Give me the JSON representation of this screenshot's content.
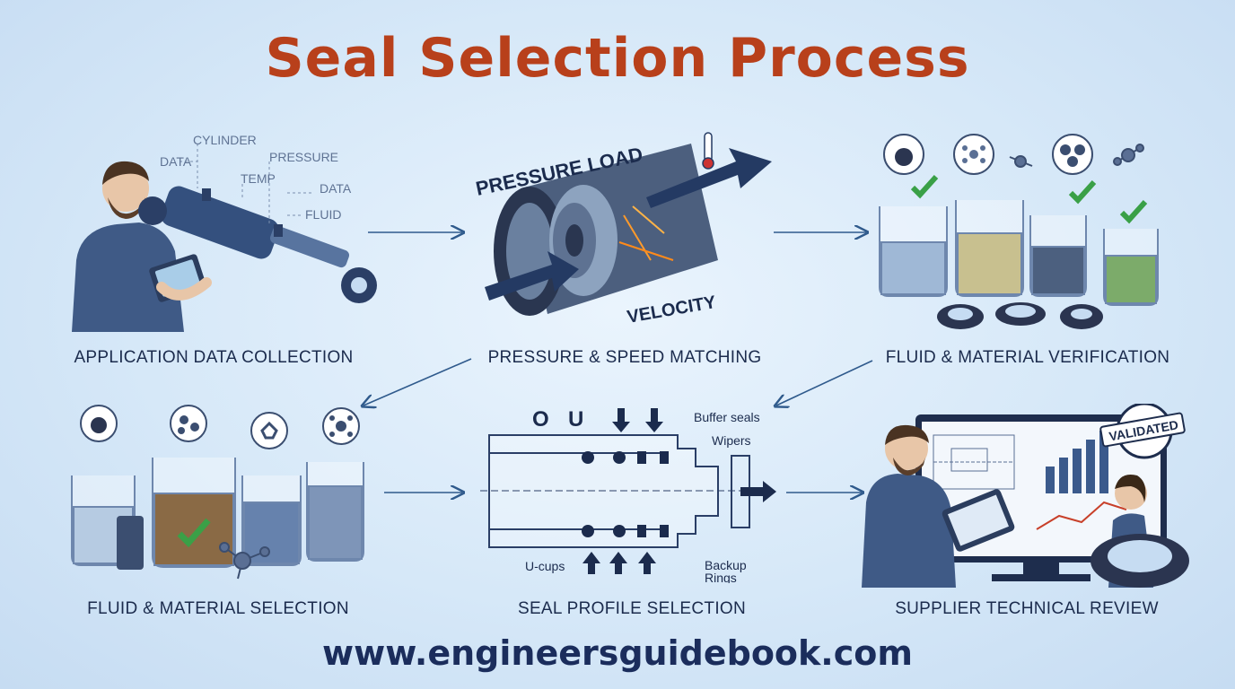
{
  "title": "Seal Selection Process",
  "footer": "www.engineersguidebook.com",
  "steps": [
    {
      "label": "APPLICATION DATA COLLECTION"
    },
    {
      "label": "PRESSURE & SPEED MATCHING"
    },
    {
      "label": "FLUID & MATERIAL VERIFICATION"
    },
    {
      "label": "FLUID & MATERIAL SELECTION"
    },
    {
      "label": "SEAL PROFILE SELECTION"
    },
    {
      "label": "SUPPLIER TECHNICAL REVIEW"
    }
  ],
  "data_tags": {
    "cylinder": "CYLINDER",
    "data1": "DATA",
    "pressure": "PRESSURE",
    "temp": "TEMP",
    "data2": "DATA",
    "fluid": "FLUID"
  },
  "pressure_panel": {
    "pressure_load": "PRESSURE LOAD",
    "velocity": "VELOCITY"
  },
  "seal_profile": {
    "buffer": "Buffer seals",
    "wipers": "Wipers",
    "ucups": "U-cups",
    "backup1": "Backup",
    "backup2": "Rings",
    "mark_o": "O",
    "mark_u": "U"
  },
  "review": {
    "stamp": "VALIDATED"
  },
  "colors": {
    "title": "#b8401b",
    "navy": "#1b2d5c",
    "arrow": "#2f5a8c",
    "check": "#3aa047"
  }
}
